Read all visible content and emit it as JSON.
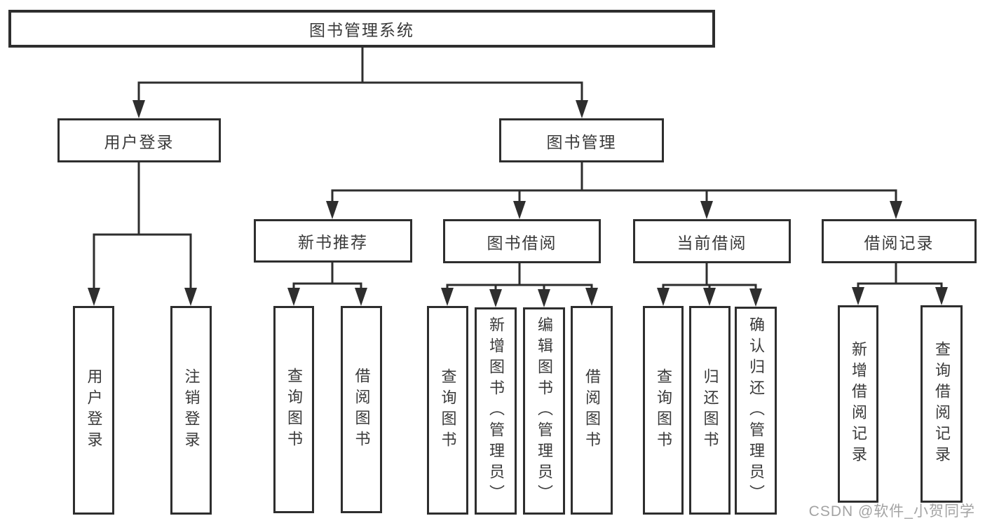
{
  "diagram": {
    "watermark": "CSDN @软件_小贺同学",
    "colors": {
      "line": "#2e2e2e",
      "box_background": "#ffffff",
      "text": "#3a3a3a",
      "watermark": "#9b9b9b"
    },
    "nodes": {
      "root": {
        "label": "图书管理系统"
      },
      "level2": [
        {
          "label": "用户登录",
          "children": [
            {
              "label": "用户登录"
            },
            {
              "label": "注销登录"
            }
          ]
        },
        {
          "label": "图书管理",
          "children": [
            {
              "label": "新书推荐",
              "children": [
                {
                  "label": "查询图书"
                },
                {
                  "label": "借阅图书"
                }
              ]
            },
            {
              "label": "图书借阅",
              "children": [
                {
                  "label": "查询图书"
                },
                {
                  "label": "新增图书（管理员）"
                },
                {
                  "label": "编辑图书（管理员）"
                },
                {
                  "label": "借阅图书"
                }
              ]
            },
            {
              "label": "当前借阅",
              "children": [
                {
                  "label": "查询图书"
                },
                {
                  "label": "归还图书"
                },
                {
                  "label": "确认归还（管理员）"
                }
              ]
            },
            {
              "label": "借阅记录",
              "children": [
                {
                  "label": "新增借阅记录"
                },
                {
                  "label": "查询借阅记录"
                }
              ]
            }
          ]
        }
      ]
    }
  }
}
